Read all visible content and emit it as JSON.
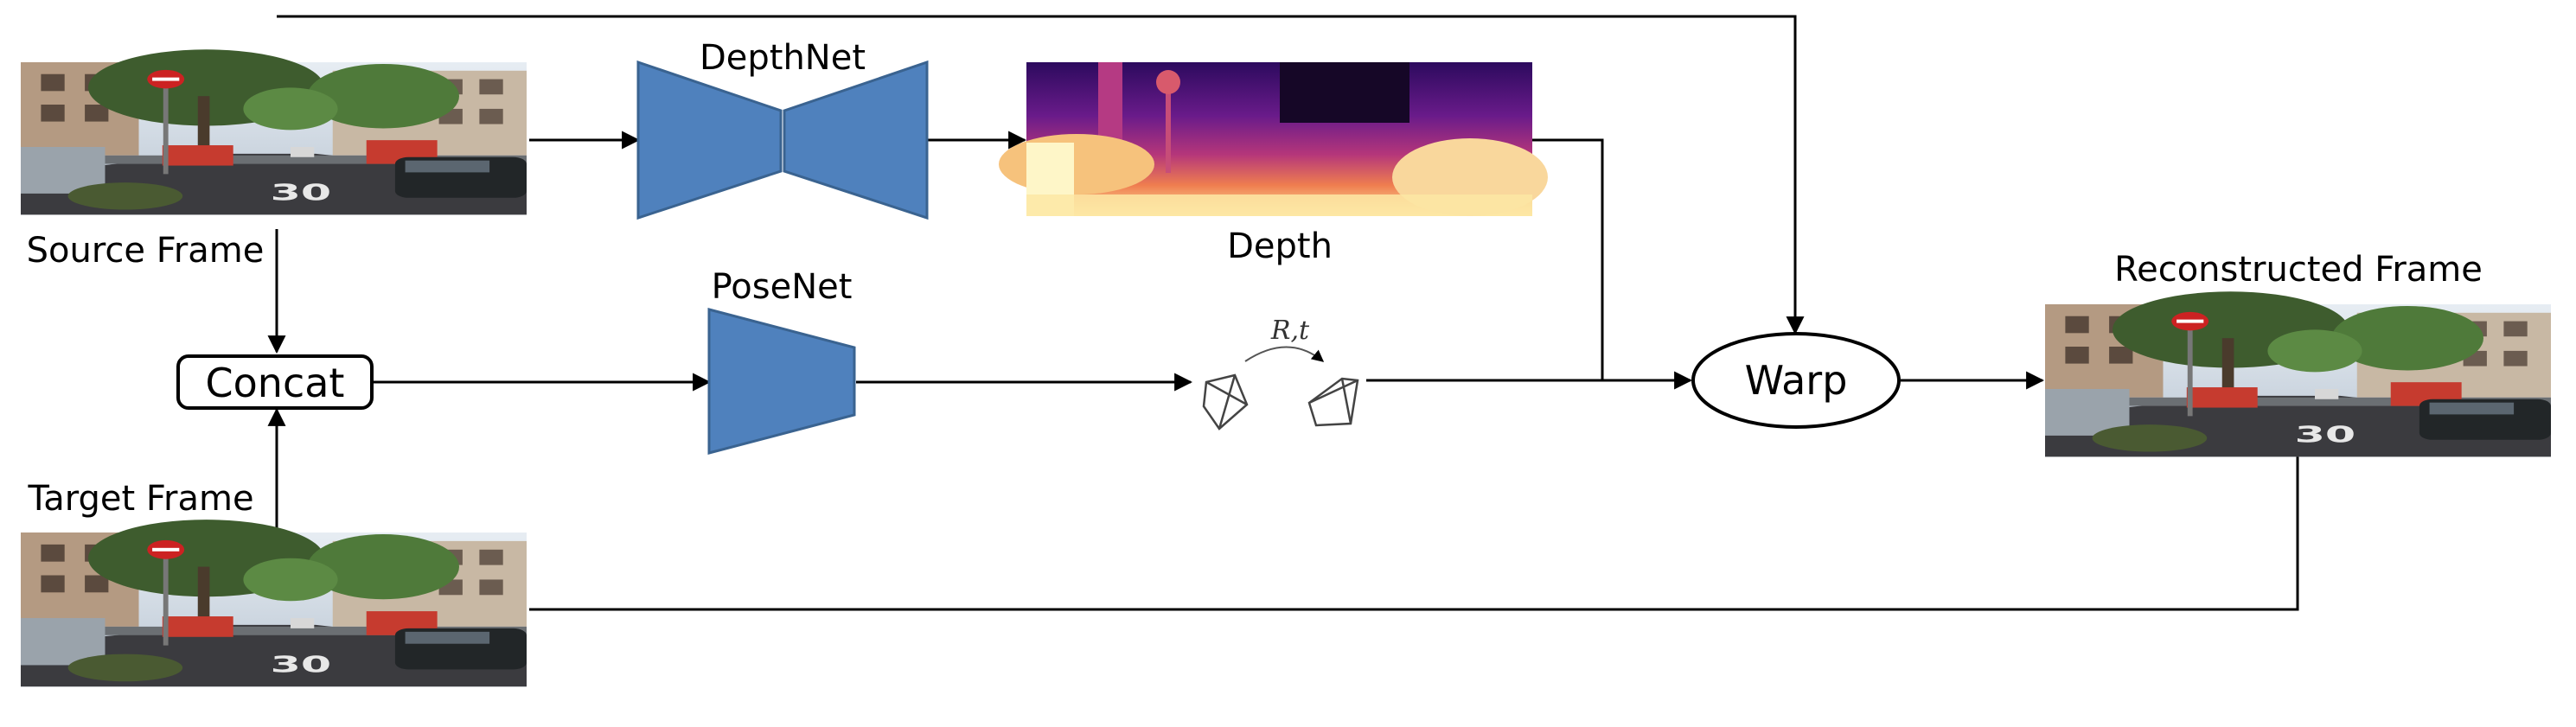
{
  "labels": {
    "source_frame": "Source Frame",
    "target_frame": "Target Frame",
    "depthnet": "DepthNet",
    "posenet": "PoseNet",
    "depth": "Depth",
    "concat": "Concat",
    "warp": "Warp",
    "pose_params": "R,t",
    "reconstructed_frame": "Reconstructed Frame"
  },
  "colors": {
    "network_fill": "#4f81bd",
    "network_stroke": "#3a6390",
    "line": "#000000",
    "sky": "#c9d6e3",
    "road": "#3b3b3f",
    "tree": "#3e5c2e",
    "building": "#b49a82"
  },
  "icons": {
    "source_image": "street-scene-image",
    "target_image": "street-scene-image",
    "reconstructed_image": "street-scene-image",
    "depth_image": "depth-map-image",
    "camera_pose": "camera-frustum-icon"
  }
}
